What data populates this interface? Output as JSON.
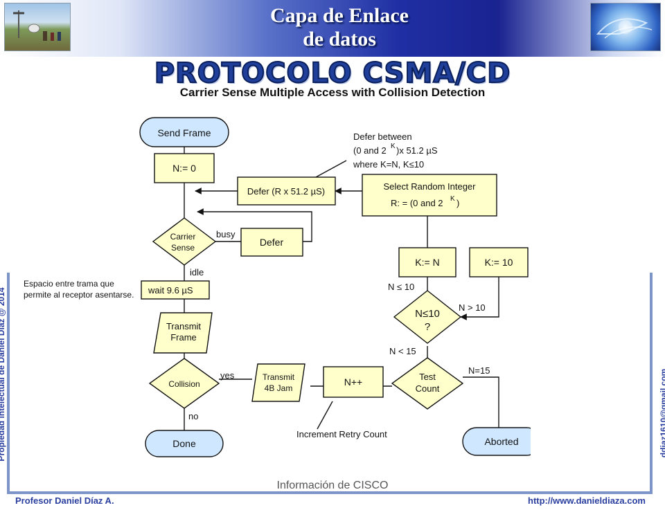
{
  "header": {
    "title_line1": "Capa de Enlace",
    "title_line2": "de datos"
  },
  "slide": {
    "title": "PROTOCOLO CSMA/CD",
    "subtitle": "Carrier Sense Multiple Access with Collision Detection",
    "note": "Espacio entre trama que permite al receptor asentarse."
  },
  "flowchart": {
    "send_frame": "Send Frame",
    "n_zero": "N:= 0",
    "carrier_sense_1": "Carrier",
    "carrier_sense_2": "Sense",
    "busy": "busy",
    "defer": "Defer",
    "idle": "idle",
    "wait": "wait 9.6 µS",
    "transmit_frame_1": "Transmit",
    "transmit_frame_2": "Frame",
    "collision": "Collision",
    "yes": "yes",
    "no": "no",
    "done": "Done",
    "transmit_jam_1": "Transmit",
    "transmit_jam_2": "4B Jam",
    "n_plus": "N++",
    "increment_retry": "Increment Retry Count",
    "test_count_1": "Test",
    "test_count_2": "Count",
    "n_less_15": "N < 15",
    "n_eq_15": "N=15",
    "aborted": "Aborted",
    "n_le_10_q_1": "N≤10",
    "n_le_10_q_2": "?",
    "n_le_10_label": "N ≤ 10",
    "n_gt_10": "N > 10",
    "k_eq_n": "K:= N",
    "k_eq_10": "K:= 10",
    "select_random_1": "Select Random Integer",
    "select_random_2": "R: = (0 and 2",
    "select_random_exp": "K",
    "select_random_close": ")",
    "defer_r": "Defer (R x 51.2 µS)",
    "defer_between_1": "Defer between",
    "defer_between_2a": "(0 and 2",
    "defer_between_2exp": "K",
    "defer_between_2b": ")x 51.2 µS",
    "defer_between_3": "where K=N, K≤10"
  },
  "footer": {
    "source": "Información de CISCO",
    "author": "Profesor Daniel Díaz A.",
    "url": "http://www.danieldiaza.com",
    "left_vertical": "Propiedad intelectual de Daniel Díaz @ 2014",
    "right_vertical": "ddiaz1610@gmail.com"
  },
  "colors": {
    "box_fill": "#ffffcc",
    "terminal_fill": "#cfe7ff",
    "accent": "#1f3f9b"
  }
}
